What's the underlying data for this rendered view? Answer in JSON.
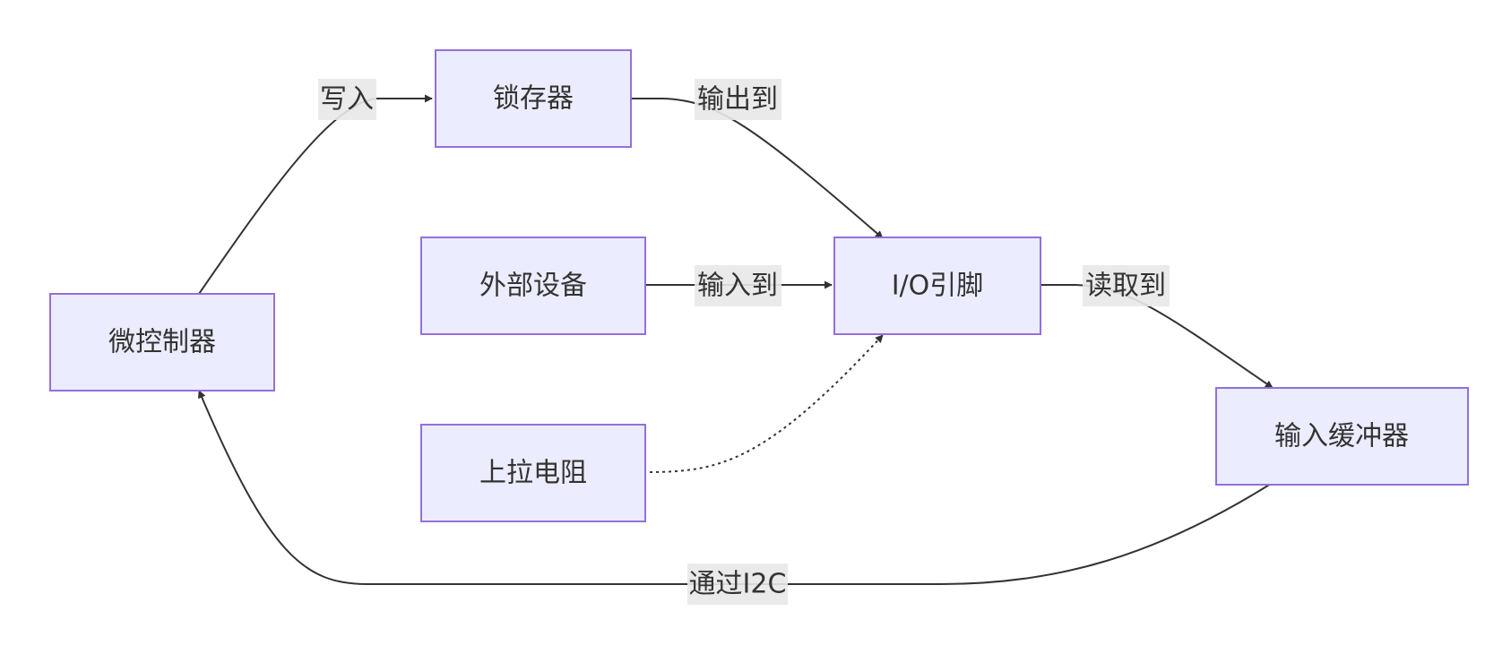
{
  "colors": {
    "node_fill": "#ececff",
    "node_stroke": "#9370db",
    "edge": "#333333",
    "label_bg": "#e8e8e8",
    "text": "#333333"
  },
  "nodes": {
    "mcu": "微控制器",
    "latch": "锁存器",
    "external_device": "外部设备",
    "pullup_resistor": "上拉电阻",
    "io_pin": "I/O引脚",
    "input_buffer": "输入缓冲器"
  },
  "edges": {
    "mcu_to_latch": "写入",
    "latch_to_io": "输出到",
    "external_to_io": "输入到",
    "io_to_buffer": "读取到",
    "buffer_to_mcu": "通过I2C"
  },
  "edge_styles": {
    "pullup_to_io": "dotted"
  }
}
